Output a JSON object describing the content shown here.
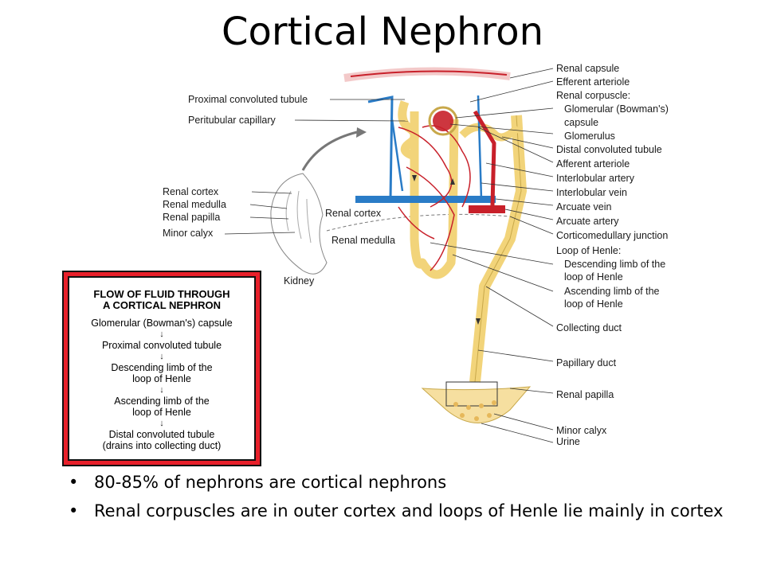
{
  "title": "Cortical Nephron",
  "right_labels": [
    "Renal capsule",
    "Efferent arteriole",
    "Renal corpuscle:",
    "Glomerular (Bowman's)",
    "capsule",
    "Glomerulus",
    "Distal convoluted tubule",
    "Afferent arteriole",
    "Interlobular artery",
    "Interlobular vein",
    "Arcuate vein",
    "Arcuate artery",
    "Corticomedullary junction",
    "Loop of Henle:",
    "Descending limb of the",
    "loop of Henle",
    "Ascending limb of the",
    "loop of Henle",
    "Collecting duct",
    "Papillary duct",
    "Renal papilla",
    "Minor calyx",
    "Urine"
  ],
  "left_labels": {
    "proximal": "Proximal convoluted tubule",
    "peritubular": "Peritubular capillary",
    "renal_cortex_inner": "Renal cortex",
    "renal_medulla_inner": "Renal medulla"
  },
  "kidney_labels": [
    "Renal cortex",
    "Renal medulla",
    "Renal papilla",
    "Minor calyx"
  ],
  "kidney_caption": "Kidney",
  "flow_box": {
    "title_line1": "FLOW OF FLUID THROUGH",
    "title_line2": "A CORTICAL NEPHRON",
    "arrow": "↓",
    "steps": [
      "Glomerular (Bowman's) capsule",
      "Proximal convoluted tubule",
      "Descending limb of the\nloop of Henle",
      "Ascending limb of the\nloop of Henle",
      "Distal convoluted tubule\n(drains into collecting duct)"
    ]
  },
  "bullets": [
    "80-85% of nephrons are cortical nephrons",
    "Renal corpuscles are in outer cortex and loops of Henle lie mainly in cortex"
  ],
  "bullet_char": "•",
  "colors": {
    "artery": "#c8202a",
    "vein": "#2a7cc7",
    "tubule": "#f2d47a",
    "box_border": "#e8202a"
  }
}
